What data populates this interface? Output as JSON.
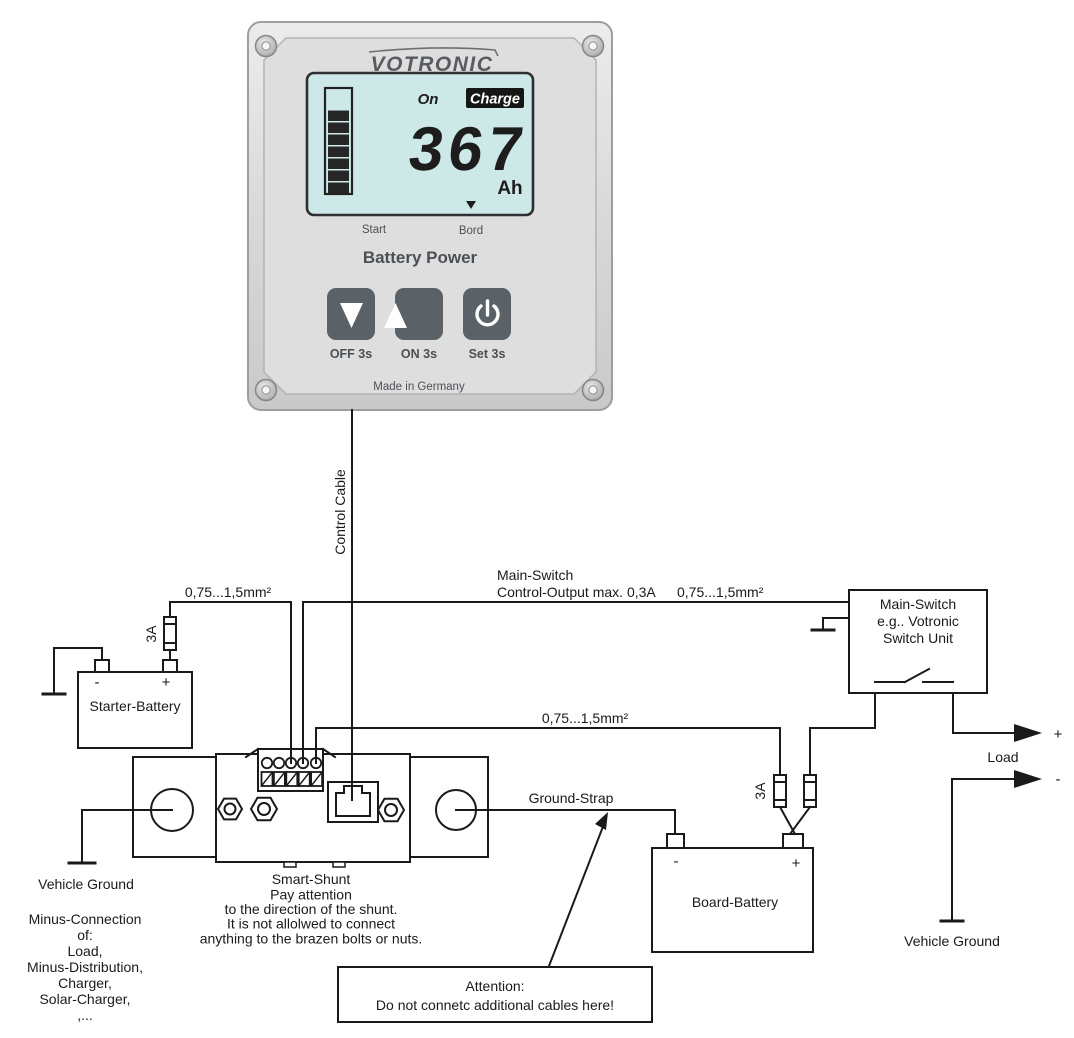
{
  "device": {
    "brand": "VOTRONIC",
    "display": {
      "status": "On",
      "badge": "Charge",
      "value": "367",
      "unit": "Ah"
    },
    "scale": {
      "start": "Start",
      "bord": "Bord"
    },
    "title": "Battery Power",
    "buttons": [
      {
        "label": "OFF 3s",
        "icon": "down-triangle"
      },
      {
        "label": "ON 3s",
        "icon": "up-triangle"
      },
      {
        "label": "Set 3s",
        "icon": "power"
      }
    ],
    "footer": "Made in Germany"
  },
  "diagram": {
    "control_cable": "Control Cable",
    "labels": {
      "wire_starter": "0,75...1,5mm²",
      "main_switch_1": "Main-Switch",
      "main_switch_2": "Control-Output max. 0,3A",
      "wire_switch": "0,75...1,5mm²",
      "wire_board": "0,75...1,5mm²",
      "ground_strap": "Ground-Strap"
    },
    "fuse_starter": "3A",
    "fuse_board": "3A",
    "starter_battery": {
      "label": "Starter-Battery",
      "minus": "-",
      "plus": "+"
    },
    "board_battery": {
      "label": "Board-Battery",
      "minus": "-",
      "plus": "+"
    },
    "main_switch": [
      "Main-Switch",
      "e.g.. Votronic",
      "Switch Unit"
    ],
    "shunt_note": [
      "Smart-Shunt",
      "Pay attention",
      "to the direction of the shunt.",
      "It is not allolwed to connect",
      "anything to the brazen bolts or nuts."
    ],
    "vehicle_ground_left": "Vehicle Ground",
    "vehicle_ground_right": "Vehicle Ground",
    "minus_connection": [
      "Minus-Connection",
      "of:",
      "Load,",
      "Minus-Distribution,",
      "Charger,",
      "Solar-Charger,",
      ",..."
    ],
    "load": {
      "label": "Load",
      "plus": "+",
      "minus": "-"
    },
    "attention": [
      "Attention:",
      "Do not connetc additional cables here!"
    ]
  },
  "colors": {
    "line": "#1a1a1a",
    "panel": "#dcdcdc",
    "button": "#5a6167",
    "lcd_bg": "#cde9e7",
    "badge_bg": "#161616",
    "panel_text": "#4b5055"
  }
}
